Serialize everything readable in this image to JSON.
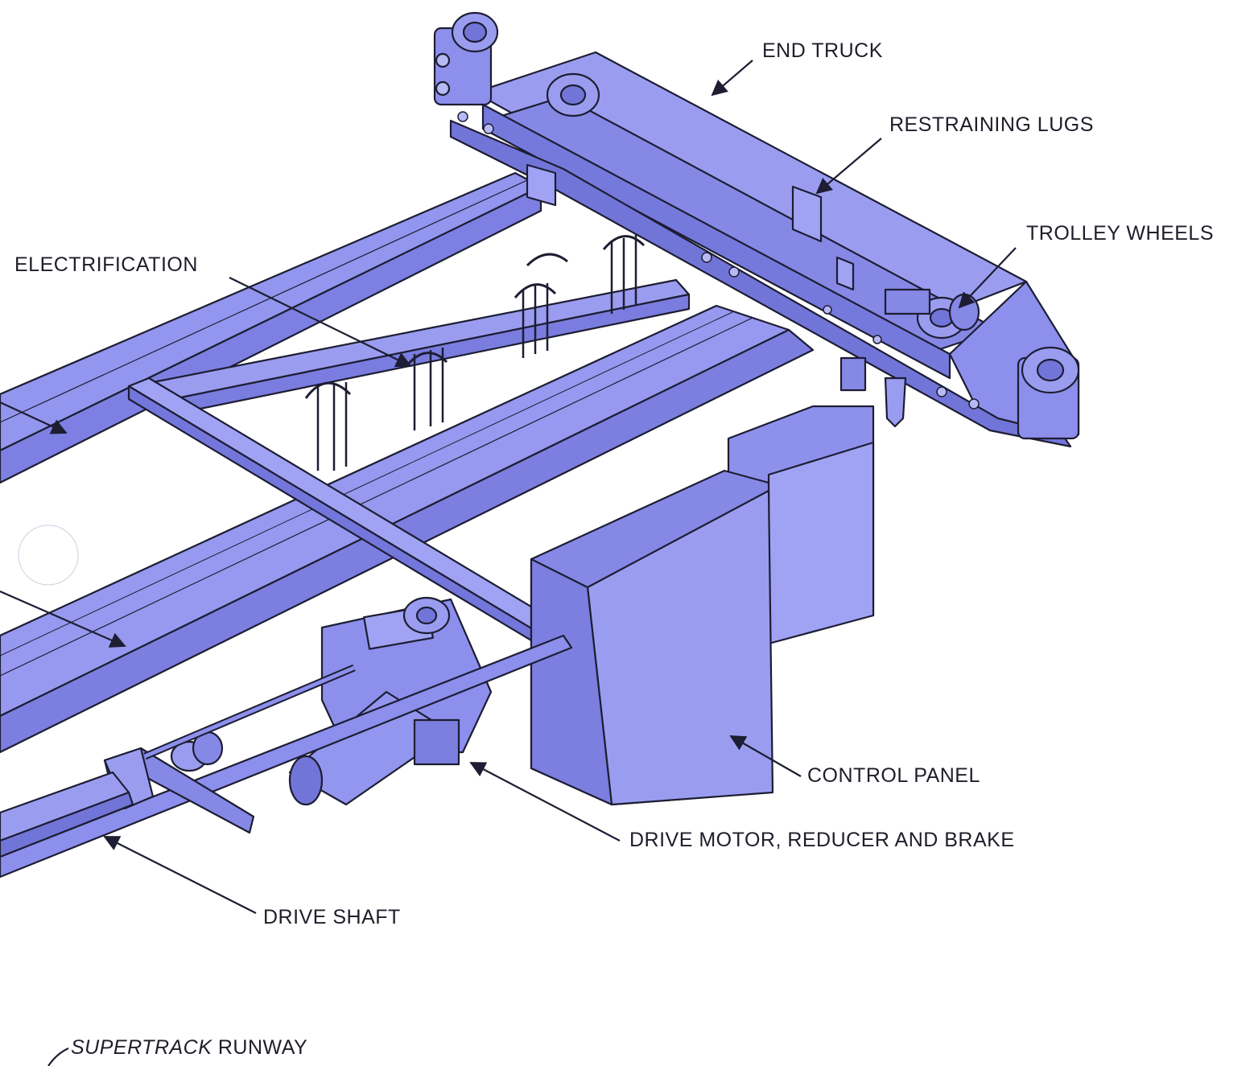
{
  "colors": {
    "metal": "#8c8fec",
    "metal_light": "#a3a6f2",
    "metal_dark": "#6d70d6",
    "outline": "#1d1d33",
    "label_text": "#1e1e2a",
    "background": "#ffffff"
  },
  "labels": {
    "end_truck": "END TRUCK",
    "restraining_lugs": "RESTRAINING LUGS",
    "trolley_wheels": "TROLLEY WHEELS",
    "electrification": "ELECTRIFICATION",
    "control_panel": "CONTROL PANEL",
    "drive_motor": "DRIVE MOTOR, REDUCER AND BRAKE",
    "drive_shaft": "DRIVE SHAFT",
    "runway_italic": "SUPERTRACK",
    "runway_rest": "RUNWAY"
  }
}
